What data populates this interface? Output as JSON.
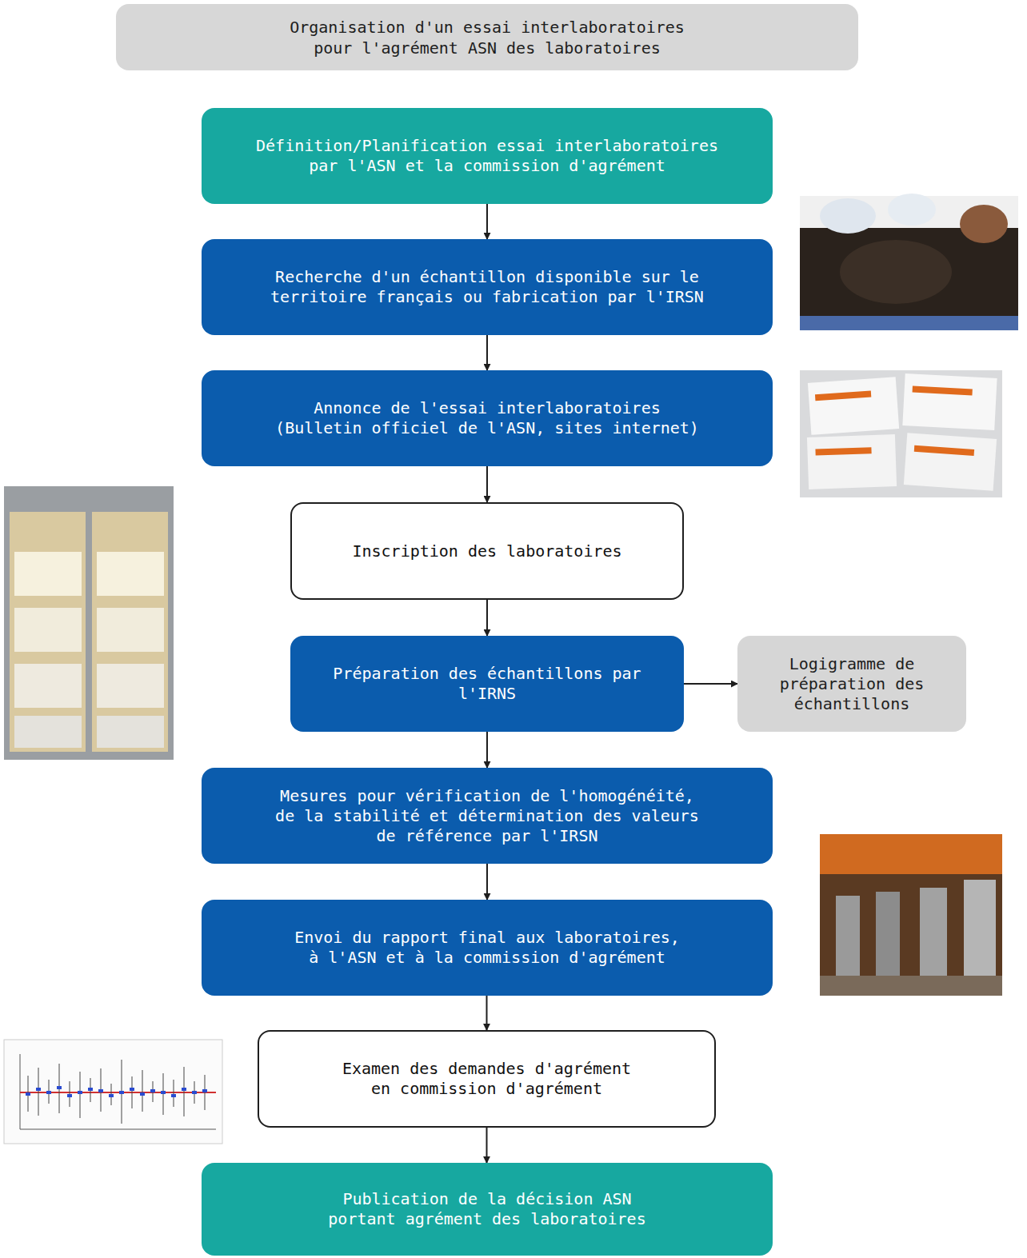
{
  "diagram": {
    "title": "Organisation d'un essai interlaboratoires pour l'agrément ASN des laboratoires",
    "nodes": [
      {
        "text": [
          "Définition/Planification essai interlaboratoires par l'ASN et la commission d'agrément"
        ]
      },
      {
        "text": [
          "Recherche d'un échantillon disponible sur le territoire français ou fabrication par l'IRSN"
        ]
      },
      {
        "text": [
          "Annonce de l'essai interlaboratoires (Bulletin officiel de l'ASN, sites internet)"
        ]
      },
      {
        "text": [
          "Inscription des laboratoires"
        ]
      },
      {
        "text": [
          "Préparation des échantillons par l'IRNS"
        ]
      },
      {
        "text": [
          "Logigramme de préparation des échantillons"
        ]
      },
      {
        "text": [
          "Mesures pour vérification de l'homogénéité, de la stabilité et détermination des valeurs de référence par l'IRSN"
        ]
      },
      {
        "text": [
          "Envoi du rapport final aux laboratoires, à l'ASN et à la commission d'agrément"
        ]
      },
      {
        "text": [
          "Examen des demandes d'agrément en commission d'agrément"
        ]
      },
      {
        "text": [
          "Publication de la décision ASN portant agrément des laboratoires"
        ]
      }
    ],
    "edges": [
      {
        "from": 0,
        "to": 1,
        "arrow": "to"
      },
      {
        "from": 1,
        "to": 2,
        "arrow": "to"
      },
      {
        "from": 2,
        "to": 3,
        "arrow": "to"
      },
      {
        "from": 3,
        "to": 4,
        "arrow": "to"
      },
      {
        "from": 4,
        "to": 5,
        "arrow": "to"
      },
      {
        "from": 4,
        "to": 6,
        "arrow": "to"
      },
      {
        "from": 6,
        "to": 7,
        "arrow": "to"
      },
      {
        "from": 7,
        "to": 8,
        "arrow": "to"
      },
      {
        "from": 8,
        "to": 9,
        "arrow": "to"
      }
    ]
  }
}
